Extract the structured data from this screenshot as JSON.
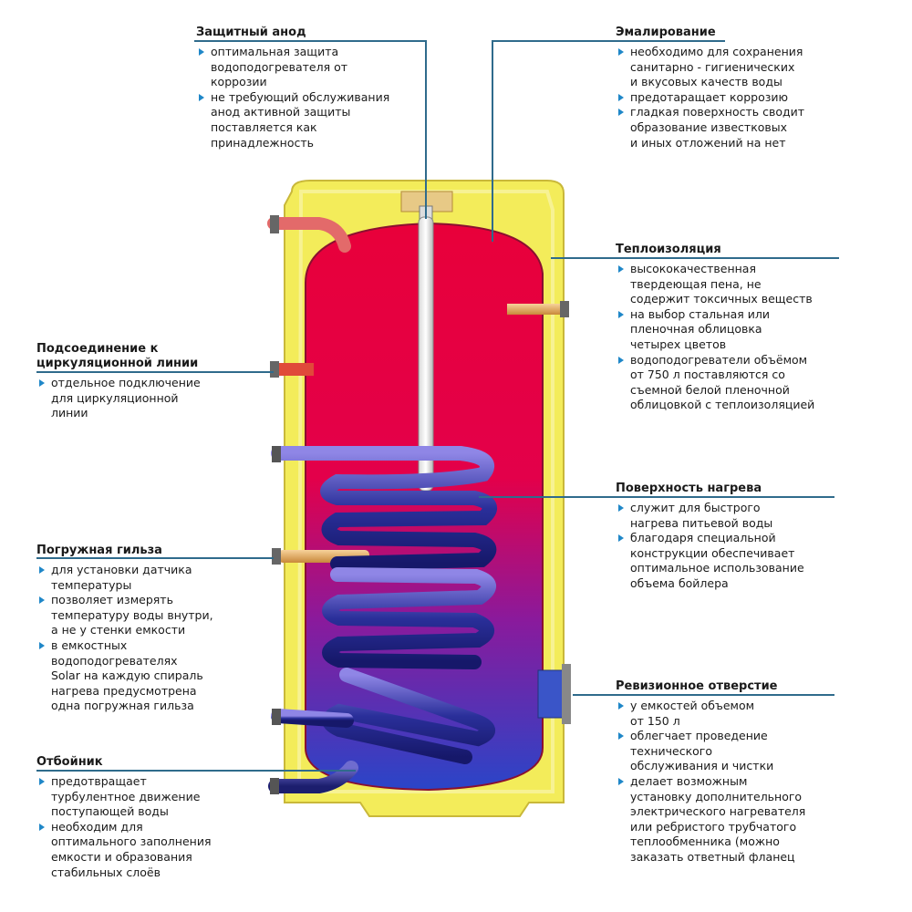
{
  "callouts": {
    "anode": {
      "title": "Защитный анод",
      "items": [
        "оптимальная защита\nводоподогревателя от\nкоррозии",
        "не требующий обслуживания\nанод активной защиты\nпоставляется как\nпринадлежность"
      ]
    },
    "enamel": {
      "title": "Эмалирование",
      "items": [
        "необходимо для сохранения\nсанитарно - гигиенических\nи вкусовых качеств воды",
        "предотаращает коррозию",
        "гладкая поверхность сводит\nобразование известковых\nи иных отложений на нет"
      ]
    },
    "insulation": {
      "title": "Теплоизоляция",
      "items": [
        "высококачественная\nтвердеющая пена, не\nсодержит токсичных веществ",
        "на выбор стальная или\nпленочная облицовка\nчетырех цветов",
        "водоподогреватели объёмом\nот 750 л поставляются со\nсъемной белой пленочной\nоблицовкой с теплоизоляцией"
      ]
    },
    "circulation": {
      "title": "Подсоединение к\nциркуляционной линии",
      "items": [
        "отдельное подключение\nдля циркуляционной\nлинии"
      ]
    },
    "heating_surface": {
      "title": "Поверхность нагрева",
      "items": [
        "служит для быстрого\nнагрева питьевой воды",
        "благодаря специальной\nконструкции обеспечивает\nоптимальное использование\nобъема бойлера"
      ]
    },
    "sleeve": {
      "title": "Погружная гильза",
      "items": [
        "для установки датчика\nтемпературы",
        "позволяет измерять\nтемпературу воды внутри,\nа не у стенки емкости",
        "в емкостных\nводоподогревателях\nSolar на каждую спираль\nнагрева предусмотрена\nодна погружная гильза"
      ]
    },
    "revision": {
      "title": "Ревизионное отверстие",
      "items": [
        "у емкостей объемом\nот 150 л",
        "облегчает проведение\nтехнического\nобслуживания и чистки",
        "делает возможным\nустановку дополнительного\nэлектрического нагревателя\nили ребристого трубчатого\nтеплообменника (можно\nзаказать ответный фланец"
      ]
    },
    "baffle": {
      "title": "Отбойник",
      "items": [
        "предотвращает\nтурбулентное движение\nпоступающей воды",
        "необходим для\nоптимального заполнения\nемкости и образования\nстабильных слоёв"
      ]
    }
  },
  "colors": {
    "insulation": "#f3ec5a",
    "water_hot": "#e8003a",
    "water_cold": "#2a45c8",
    "coil": "#2a2f9a",
    "leader": "#2f6b8c",
    "bullet": "#1f87c8"
  }
}
